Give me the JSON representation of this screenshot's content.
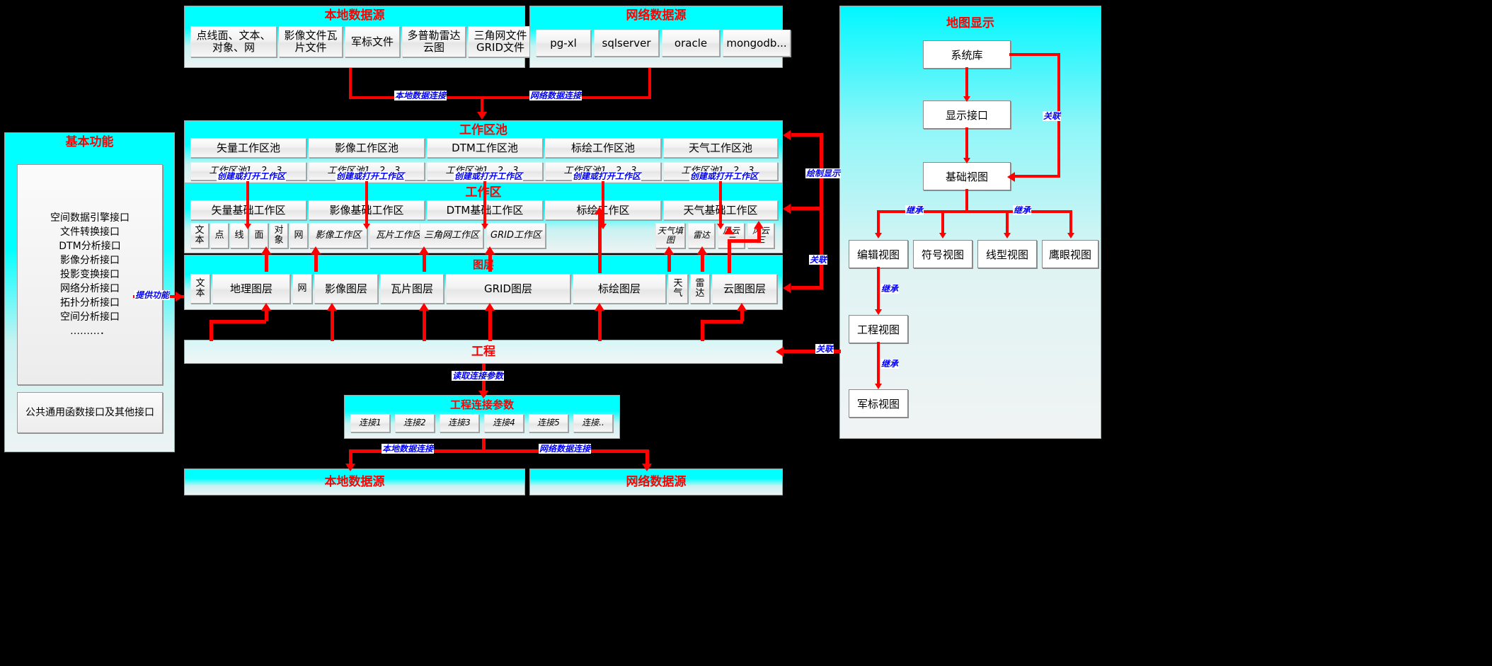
{
  "local_data_source": {
    "title": "本地数据源",
    "items": [
      "点线面、文本、对象、网",
      "影像文件瓦片文件",
      "军标文件",
      "多普勒雷达云图",
      "三角网文件GRID文件"
    ]
  },
  "net_data_source": {
    "title": "网络数据源",
    "items": [
      "pg-xl",
      "sqlserver",
      "oracle",
      "mongodb..."
    ]
  },
  "basic_function": {
    "title": "基本功能",
    "interfaces": [
      "空间数据引擎接口",
      "文件转换接口",
      "DTM分析接口",
      "影像分析接口",
      "投影变换接口",
      "网络分析接口",
      "拓扑分析接口",
      "空间分析接口",
      "………．"
    ],
    "common": "公共通用函数接口及其他接口"
  },
  "workspace_pool": {
    "title": "工作区池",
    "items": [
      "矢量工作区池",
      "影像工作区池",
      "DTM工作区池",
      "标绘工作区池",
      "天气工作区池"
    ],
    "sub_label": "工作区池1、2、3.."
  },
  "workspace": {
    "title": "工作区",
    "items": [
      "矢量基础工作区",
      "影像基础工作区",
      "DTM基础工作区",
      "标绘工作区",
      "天气基础工作区"
    ],
    "vector_subs": [
      "文本",
      "点",
      "线",
      "面",
      "对象",
      "网"
    ],
    "image_subs": [
      "影像工作区",
      "瓦片工作区"
    ],
    "dtm_subs": [
      "三角网工作区",
      "GRID工作区"
    ],
    "weather_subs": [
      "天气填图",
      "雷达",
      "风云二",
      "风云三"
    ]
  },
  "layers": {
    "title": "图层",
    "items": [
      "文本",
      "地理图层",
      "网",
      "影像图层",
      "瓦片图层",
      "GRID图层",
      "标绘图层",
      "天气",
      "雷达",
      "云图图层"
    ]
  },
  "project": {
    "title": "工程"
  },
  "project_conn": {
    "title": "工程连接参数",
    "items": [
      "连接1",
      "连接2",
      "连接3",
      "连接4",
      "连接5",
      "连接.."
    ]
  },
  "bottom_local": {
    "title": "本地数据源"
  },
  "bottom_net": {
    "title": "网络数据源"
  },
  "map_display": {
    "title": "地图显示",
    "boxes": {
      "system_lib": "系统库",
      "display_iface": "显示接口",
      "base_view": "基础视图",
      "edit_view": "编辑视图",
      "symbol_view": "符号视图",
      "line_view": "线型视图",
      "eagle_view": "鹰眼视图",
      "project_view": "工程视图",
      "military_view": "军标视图"
    }
  },
  "connector_labels": {
    "local_conn": "本地数据连接",
    "net_conn": "网络数据连接",
    "create_open_ws": "创建或打开工作区",
    "provide_func": "提供功能",
    "draw_display": "绘制显示",
    "relate": "关联",
    "inherit": "继承",
    "read_conn_params": "读取连接参数"
  },
  "colors": {
    "accent_red": "#ff0000",
    "label_blue": "#0000ff",
    "panel_cyan": "#00ffff",
    "background": "#000000"
  }
}
